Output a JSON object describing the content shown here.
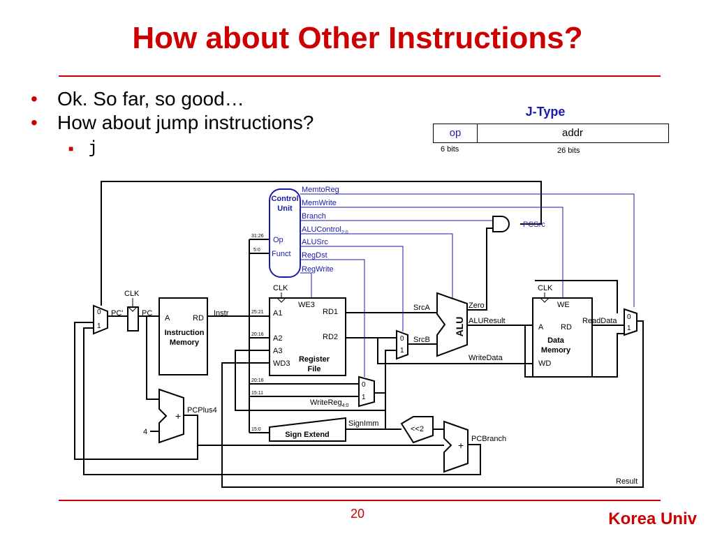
{
  "slide": {
    "title": "How about Other Instructions?",
    "bullets": [
      "Ok. So far, so good…",
      "How about jump instructions?"
    ],
    "sub_bullet": "j",
    "page_number": "20",
    "footer": "Korea Univ"
  },
  "jtype": {
    "title": "J-Type",
    "field_op": "op",
    "field_addr": "addr",
    "bits_op": "6 bits",
    "bits_addr": "26 bits"
  },
  "datapath": {
    "control_unit": "Control Unit",
    "control_unit_line1": "Control",
    "control_unit_line2": "Unit",
    "op": "Op",
    "funct": "Funct",
    "signals": [
      "MemtoReg",
      "MemWrite",
      "Branch",
      "ALUControl",
      "ALUSrc",
      "RegDst",
      "RegWrite"
    ],
    "alucontrol_sub": "2:0",
    "pcsrc": "PCSrc",
    "clk": "CLK",
    "pc_prime": "PC'",
    "pc": "PC",
    "instr": "Instr",
    "imem_a": "A",
    "imem_rd": "RD",
    "imem_name1": "Instruction",
    "imem_name2": "Memory",
    "rf_we3": "WE3",
    "rf_a1": "A1",
    "rf_a2": "A2",
    "rf_a3": "A3",
    "rf_wd3": "WD3",
    "rf_rd1": "RD1",
    "rf_rd2": "RD2",
    "rf_name1": "Register",
    "rf_name2": "File",
    "bits_31_26": "31:26",
    "bits_5_0": "5:0",
    "bits_25_21": "25:21",
    "bits_20_16": "20:16",
    "bits_20_16b": "20:16",
    "bits_15_11": "15:11",
    "bits_15_0": "15:0",
    "srca": "SrcA",
    "srcb": "SrcB",
    "zero": "Zero",
    "alu": "ALU",
    "aluresult": "ALUResult",
    "writedata": "WriteData",
    "dmem_we": "WE",
    "dmem_a": "A",
    "dmem_rd": "RD",
    "dmem_wd": "WD",
    "dmem_name1": "Data",
    "dmem_name2": "Memory",
    "readdata": "ReadData",
    "writereg": "WriteReg",
    "writereg_sub": "4:0",
    "signimm": "SignImm",
    "sign_extend": "Sign Extend",
    "shift": "<<2",
    "plus": "+",
    "four": "4",
    "pcplus4": "PCPlus4",
    "pcbranch": "PCBranch",
    "result": "Result",
    "mux0": "0",
    "mux1": "1"
  },
  "colors": {
    "title": "#cc0000",
    "control": "#1a1aa8",
    "wire": "#000000"
  }
}
